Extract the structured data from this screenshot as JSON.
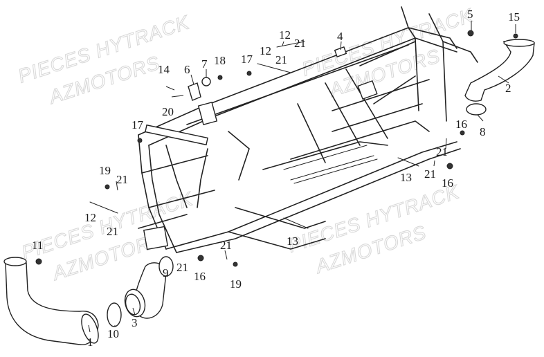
{
  "watermarks": [
    {
      "id": "wm1",
      "lines": [
        "PIECES HYTRACK",
        "AZMOTORS"
      ]
    },
    {
      "id": "wm2",
      "lines": [
        "PIECES HYTRACK",
        "AZMOTORS"
      ]
    },
    {
      "id": "wm3",
      "lines": [
        "PIECES HYTRACK",
        "AZMOTORS"
      ]
    },
    {
      "id": "wm4",
      "lines": [
        "PIECES HYTRACK",
        "AZMOTORS"
      ]
    }
  ],
  "callouts": {
    "c1": "1",
    "c2": "2",
    "c3": "3",
    "c4": "4",
    "c5": "5",
    "c6": "6",
    "c7": "7",
    "c8": "8",
    "c9": "9",
    "c10": "10",
    "c11": "11",
    "c12a": "12",
    "c12b": "12",
    "c12c": "12",
    "c13a": "13",
    "c13b": "13",
    "c14": "14",
    "c15": "15",
    "c16a": "16",
    "c16b": "16",
    "c16c": "16",
    "c17a": "17",
    "c17b": "17",
    "c18": "18",
    "c19a": "19",
    "c19b": "19",
    "c20": "20",
    "c21a": "21",
    "c21b": "21",
    "c21c": "21",
    "c21d": "21",
    "c21e": "21",
    "c21f": "21",
    "c21g": "21",
    "c21h": "21"
  }
}
